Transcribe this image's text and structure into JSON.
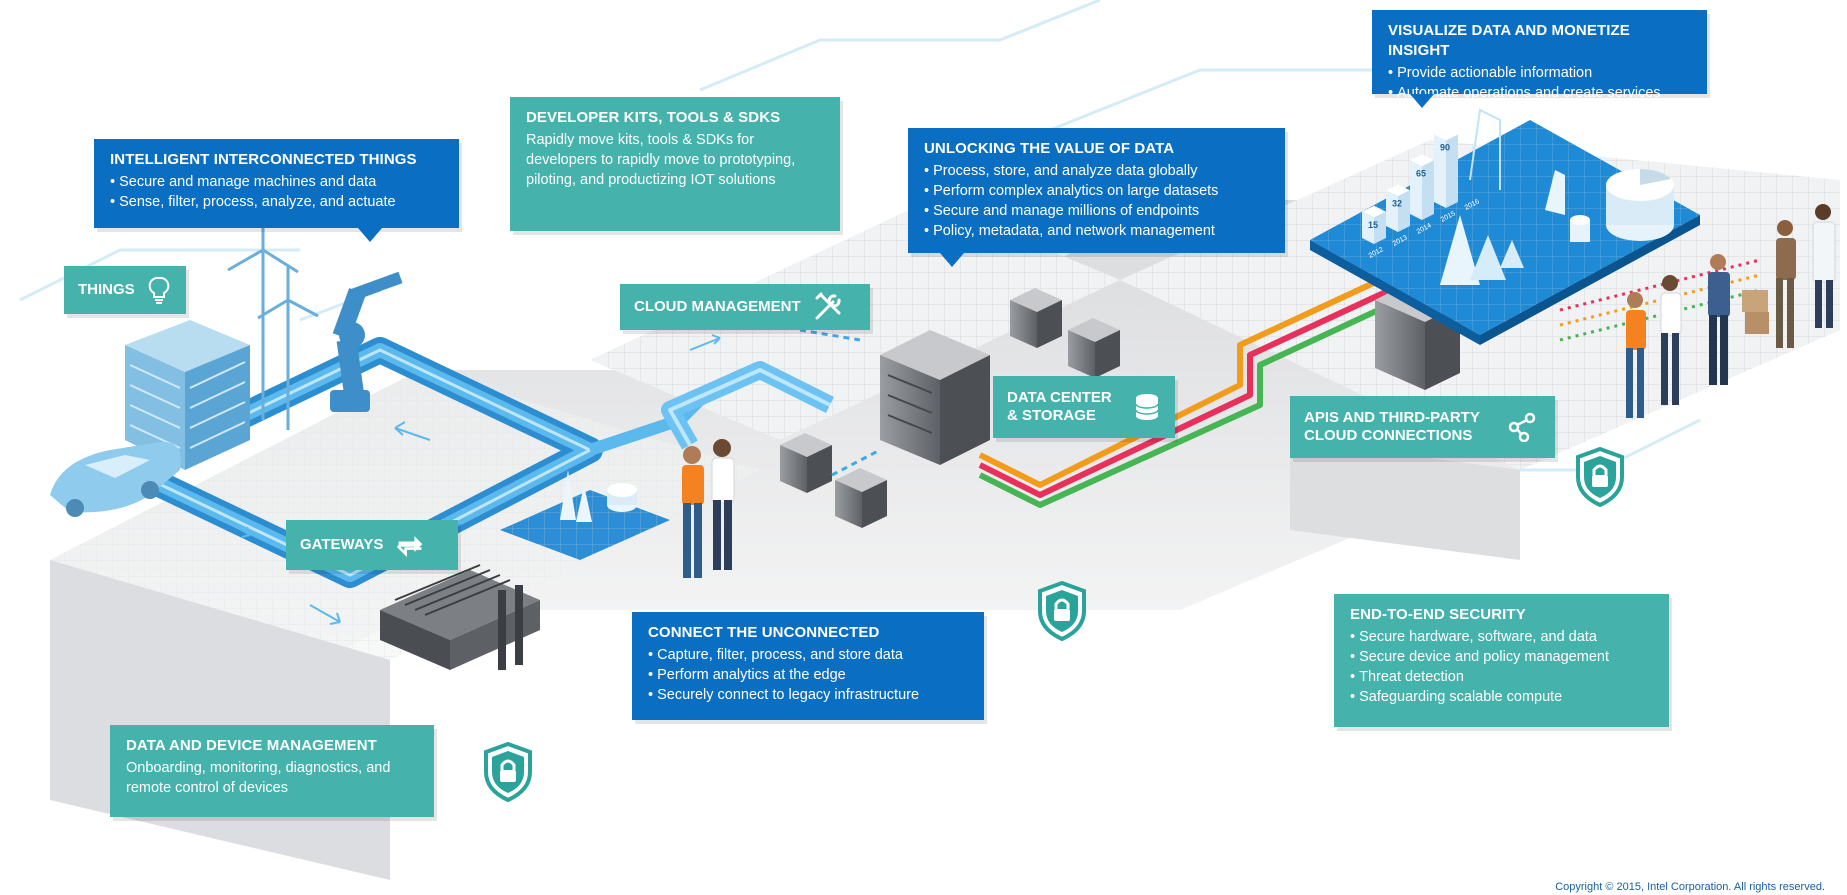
{
  "boxes": {
    "intelligent_things": {
      "title": "INTELLIGENT INTERCONNECTED THINGS",
      "items": [
        "Secure and manage machines and data",
        "Sense, filter, process, analyze, and actuate"
      ]
    },
    "developer_kits": {
      "title": "DEVELOPER KITS, TOOLS & SDKs",
      "body": "Rapidly move kits, tools & SDKs for developers to rapidly move to prototyping, piloting, and productizing IOT solutions"
    },
    "unlocking_value": {
      "title": "UNLOCKING THE VALUE OF DATA",
      "items": [
        "Process, store, and analyze data globally",
        "Perform complex analytics on large datasets",
        "Secure and manage millions of endpoints",
        "Policy, metadata, and network management"
      ]
    },
    "visualize_data": {
      "title": "VISUALIZE DATA AND MONETIZE INSIGHT",
      "items": [
        "Provide actionable information",
        "Automate operations and create services"
      ]
    },
    "connect_unconnected": {
      "title": "CONNECT THE UNCONNECTED",
      "items": [
        "Capture, filter, process, and store data",
        "Perform analytics at the edge",
        "Securely connect to legacy infrastructure"
      ]
    },
    "end_to_end_security": {
      "title": "END-TO-END SECURITY",
      "items": [
        "Secure hardware, software, and data",
        "Secure device and policy management",
        "Threat detection",
        "Safeguarding scalable compute"
      ]
    },
    "data_device_mgmt": {
      "title": "DATA AND DEVICE MANAGEMENT",
      "body": "Onboarding, monitoring, diagnostics, and remote control of devices"
    }
  },
  "labels": {
    "things": "THINGS",
    "gateways": "GATEWAYS",
    "cloud_management": "CLOUD MANAGEMENT",
    "data_center": "DATA CENTER & STORAGE",
    "apis": "APIs AND THIRD-PARTY CLOUD CONNECTIONS"
  },
  "dashboard_bars": [
    "15",
    "32",
    "65",
    "90"
  ],
  "dashboard_years": [
    "2012",
    "2013",
    "2014",
    "2015",
    "2016"
  ],
  "copyright": "Copyright © 2015, Intel Corporation. All rights reserved.",
  "colors": {
    "callout_blue": "#0a6fc2",
    "label_teal": "#45b3ab",
    "network_blue": "#3fa9e6",
    "line_orange": "#f39c1c",
    "line_red": "#e8315a",
    "line_green": "#46b553"
  }
}
